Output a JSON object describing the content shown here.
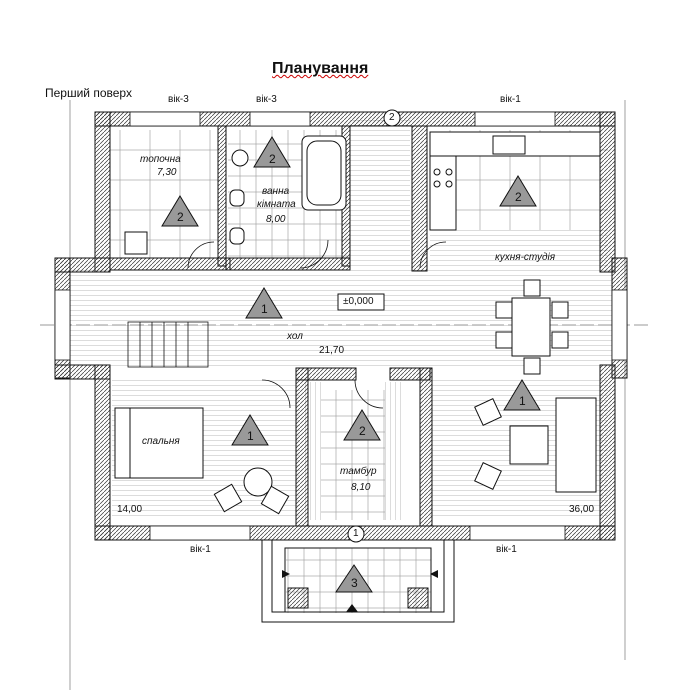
{
  "header": {
    "title": "Планування",
    "subtitle": "Перший поверх"
  },
  "rooms": {
    "topochna": {
      "name": "топочна",
      "area": "7,30"
    },
    "bathroom": {
      "name_line1": "ванна",
      "name_line2": "кімната",
      "area": "8,00"
    },
    "kitchen": {
      "name": "кухня-студія"
    },
    "hall": {
      "name": "хол",
      "area": "21,70",
      "level": "±0,000"
    },
    "bedroom": {
      "name": "спальня",
      "area": "14,00"
    },
    "tambur": {
      "name": "тамбур",
      "area": "8,10"
    },
    "living_area": "36,00"
  },
  "windows": {
    "top_left": "вік-3",
    "top_mid": "вік-3",
    "top_right": "вік-1",
    "bottom_left": "вік-1",
    "bottom_right": "вік-1"
  },
  "finish_markers": {
    "m_topochna": "2",
    "m_bath": "2",
    "m_topochna_low": "2",
    "m_kitchen": "2",
    "m_hall": "1",
    "m_bedroom": "1",
    "m_tambur": "2",
    "m_living": "1",
    "m_porch": "3"
  },
  "section_marks": {
    "top": "2",
    "bottom": "1"
  }
}
